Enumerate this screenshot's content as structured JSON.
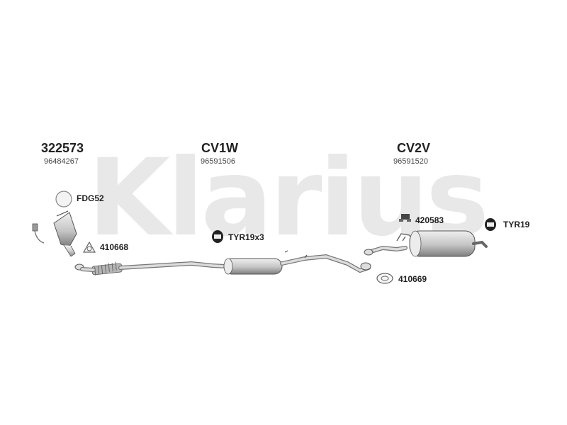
{
  "watermark": "Klarius",
  "sections": [
    {
      "code": "322573",
      "ref": "96484267"
    },
    {
      "code": "CV1W",
      "ref": "96591506"
    },
    {
      "code": "CV2V",
      "ref": "96591520"
    }
  ],
  "parts": {
    "fdg": "FDG52",
    "gasket_left": "410668",
    "rubber_mid": "TYR19x3",
    "clamp": "420583",
    "rubber_right": "TYR19",
    "gasket_right": "410669"
  }
}
